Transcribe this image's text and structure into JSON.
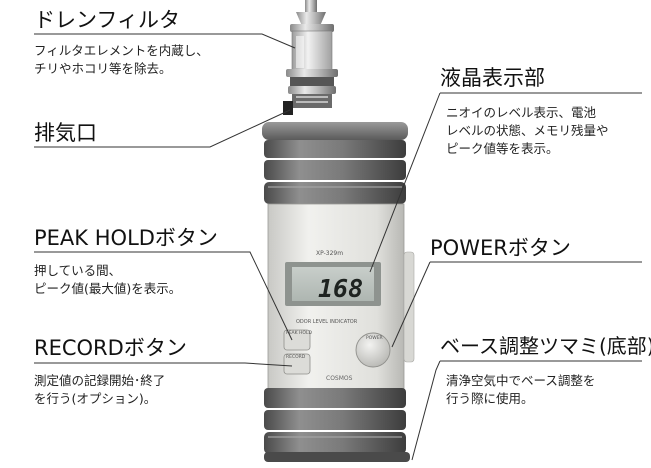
{
  "device": {
    "model_label": "XP-329m",
    "display_reading": "168",
    "panel_text": "ODOR LEVEL INDICATOR",
    "peak_key_text": "PEAK HOLD",
    "record_key_text": "RECORD",
    "power_key_text": "POWER",
    "brand_text": "COSMOS"
  },
  "callouts": {
    "drain_filter": {
      "title": "ドレンフィルタ",
      "desc": "フィルタエレメントを内蔵し、\nチリやホコリ等を除去。"
    },
    "exhaust": {
      "title": "排気口"
    },
    "display": {
      "title": "液晶表示部",
      "desc": "ニオイのレベル表示、電池\nレベルの状態、メモリ残量や\nピーク値等を表示。"
    },
    "peak_hold": {
      "title": "PEAK HOLDボタン",
      "desc": "押している間、\nピーク値(最大値)を表示。"
    },
    "power": {
      "title": "POWERボタン"
    },
    "record": {
      "title": "RECORDボタン",
      "desc": "測定値の記録開始･終了\nを行う(オプション)。"
    },
    "base_adjust": {
      "title": "ベース調整ツマミ(底部)",
      "desc": "清浄空気中でベース調整を\n行う際に使用。"
    }
  }
}
